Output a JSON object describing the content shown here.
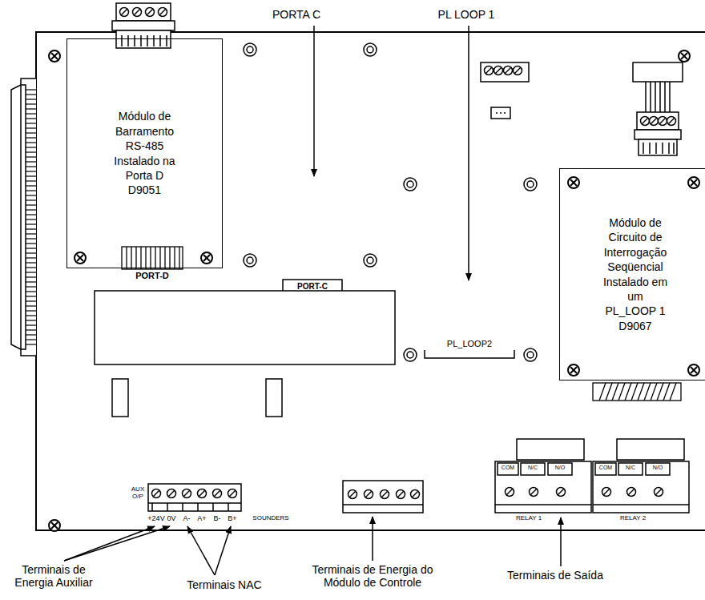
{
  "diagram": {
    "nodes": [
      {
        "text": [
          "Módulo de Barramento RS-485 Instalado na Porta D D9051"
        ]
      },
      {
        "text": [
          "Módulo de Circuito de Interrogação Seqüencial Instalado em um PL_LOOP 1 D9067"
        ]
      }
    ],
    "labels": [
      "PORTA C",
      "PL LOOP 1",
      "PORT-D",
      "PORT-C",
      "PL_LOOP2",
      "AUX O/P",
      "+24V",
      "0V",
      "A-",
      "A+",
      "B-",
      "B+",
      "SOUNDERS",
      "COM",
      "N/C",
      "N/O",
      "COM",
      "N/C",
      "N/O",
      "RELAY 1",
      "RELAY 2",
      "Terminais de Energia Auxiliar",
      "Terminais NAC",
      "Terminais de Energia do Módulo de Controle",
      "Terminais de Saída"
    ]
  }
}
